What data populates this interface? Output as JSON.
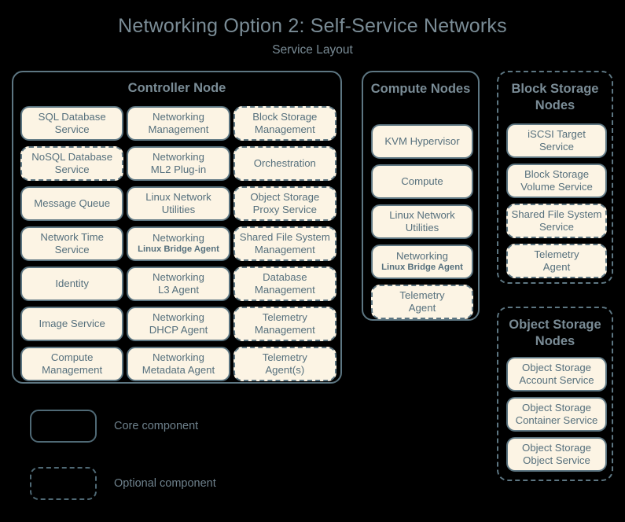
{
  "header": {
    "title": "Networking Option 2: Self-Service Networks",
    "subtitle": "Service Layout"
  },
  "colors": {
    "background": "#000000",
    "chip_fill": "#fcf4e4",
    "border": "#5d7682",
    "text": "#56707d",
    "title_text": "#7a8c96"
  },
  "controller_node": {
    "title": "Controller Node",
    "services": [
      {
        "line1": "SQL Database",
        "line2": "Service",
        "optional": false
      },
      {
        "line1": "Networking",
        "line2": "Management",
        "optional": false
      },
      {
        "line1": "Block Storage",
        "line2": "Management",
        "optional": true
      },
      {
        "line1": "NoSQL Database",
        "line2": "Service",
        "optional": true
      },
      {
        "line1": "Networking",
        "line2": "ML2 Plug-in",
        "optional": false
      },
      {
        "line1": "Orchestration",
        "line2": "",
        "optional": true
      },
      {
        "line1": "Message Queue",
        "line2": "",
        "optional": false
      },
      {
        "line1": "Linux Network",
        "line2": "Utilities",
        "optional": false
      },
      {
        "line1": "Object Storage",
        "line2": "Proxy Service",
        "optional": true
      },
      {
        "line1": "Network Time",
        "line2": "Service",
        "optional": false
      },
      {
        "line1": "Networking",
        "line2": "Linux Bridge Agent",
        "optional": false,
        "small_second_line": true
      },
      {
        "line1": "Shared File System",
        "line2": "Management",
        "optional": true
      },
      {
        "line1": "Identity",
        "line2": "",
        "optional": false
      },
      {
        "line1": "Networking",
        "line2": "L3 Agent",
        "optional": false
      },
      {
        "line1": "Database",
        "line2": "Management",
        "optional": true
      },
      {
        "line1": "Image Service",
        "line2": "",
        "optional": false
      },
      {
        "line1": "Networking",
        "line2": "DHCP Agent",
        "optional": false
      },
      {
        "line1": "Telemetry",
        "line2": "Management",
        "optional": true
      },
      {
        "line1": "Compute",
        "line2": "Management",
        "optional": false
      },
      {
        "line1": "Networking",
        "line2": "Metadata Agent",
        "optional": false
      },
      {
        "line1": "Telemetry",
        "line2": "Agent(s)",
        "optional": true
      }
    ]
  },
  "compute_nodes": {
    "title_line1": "Compute",
    "title_line2": "Nodes",
    "container_optional": false,
    "services": [
      {
        "line1": "KVM Hypervisor",
        "line2": "",
        "optional": false
      },
      {
        "line1": "Compute",
        "line2": "",
        "optional": false
      },
      {
        "line1": "Linux Network",
        "line2": "Utilities",
        "optional": false
      },
      {
        "line1": "Networking",
        "line2": "Linux Bridge Agent",
        "optional": false,
        "small_second_line": true
      },
      {
        "line1": "Telemetry",
        "line2": "Agent",
        "optional": true
      }
    ]
  },
  "block_storage_nodes": {
    "title_line1": "Block Storage",
    "title_line2": "Nodes",
    "container_optional": true,
    "services": [
      {
        "line1": "iSCSI Target",
        "line2": "Service",
        "optional": false
      },
      {
        "line1": "Block Storage",
        "line2": "Volume Service",
        "optional": false
      },
      {
        "line1": "Shared File System",
        "line2": "Service",
        "optional": true
      },
      {
        "line1": "Telemetry",
        "line2": "Agent",
        "optional": true
      }
    ]
  },
  "object_storage_nodes": {
    "title_line1": "Object",
    "title_line2": "Storage Nodes",
    "container_optional": true,
    "services": [
      {
        "line1": "Object Storage",
        "line2": "Account Service",
        "optional": false
      },
      {
        "line1": "Object Storage",
        "line2": "Container Service",
        "optional": false
      },
      {
        "line1": "Object Storage",
        "line2": "Object Service",
        "optional": false
      }
    ]
  },
  "legend": {
    "core_label": "Core component",
    "optional_label": "Optional component"
  }
}
